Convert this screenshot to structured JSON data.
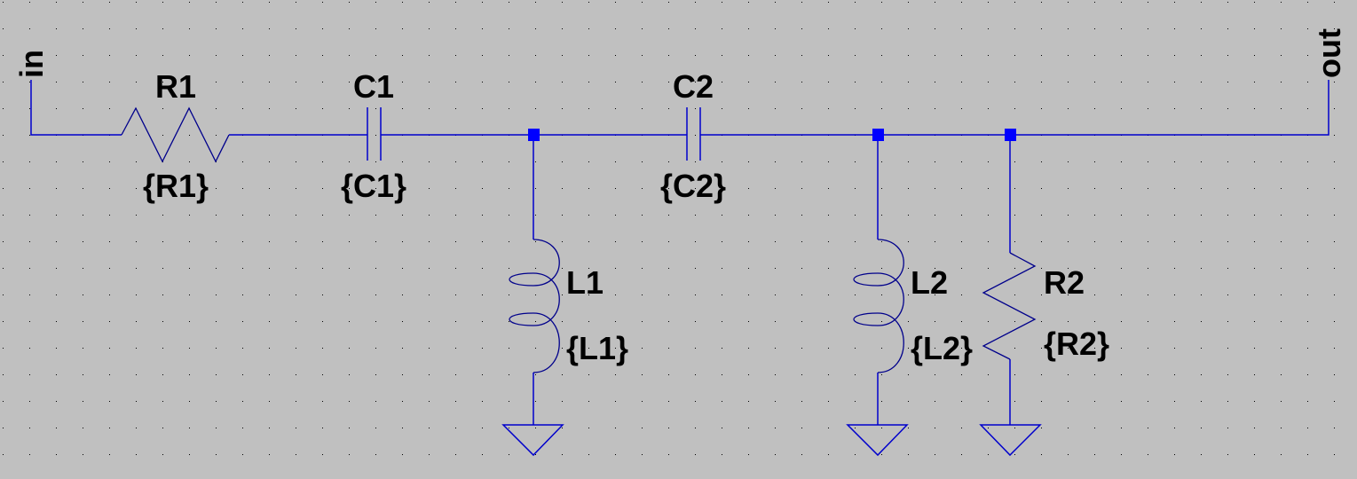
{
  "colors": {
    "background": "#c0c0c0",
    "wire": "#0000cc",
    "junction": "#0000ff",
    "text": "#000000",
    "grid_dot": "#000000"
  },
  "ports": {
    "input": "in",
    "output": "out"
  },
  "components": {
    "R1": {
      "name": "R1",
      "value": "{R1}"
    },
    "C1": {
      "name": "C1",
      "value": "{C1}"
    },
    "C2": {
      "name": "C2",
      "value": "{C2}"
    },
    "L1": {
      "name": "L1",
      "value": "{L1}"
    },
    "L2": {
      "name": "L2",
      "value": "{L2}"
    },
    "R2": {
      "name": "R2",
      "value": "{R2}"
    }
  }
}
